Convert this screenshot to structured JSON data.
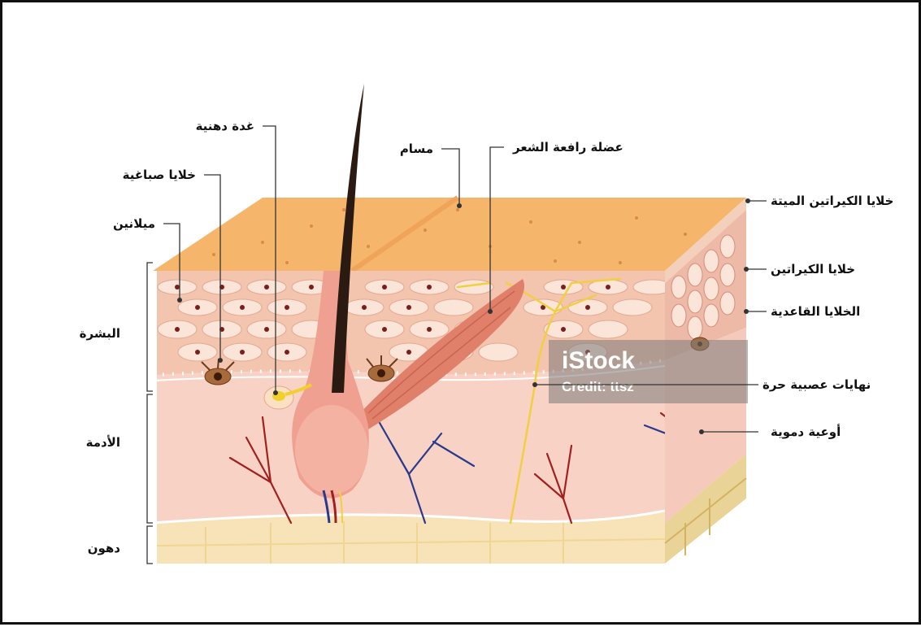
{
  "labels": {
    "sebaceous_gland": "غدة دهنية",
    "melanocytes": "خلايا صباغية",
    "melanin": "ميلانين",
    "epidermis": "البشرة",
    "dermis": "الأدمة",
    "fat": "دهون",
    "pore": "مسام",
    "arrector_pili": "عضلة رافعة الشعر",
    "dead_keratinocytes": "خلايا الكيراتين الميتة",
    "keratinocytes": "خلايا الكيراتين",
    "basal_cells": "الخلايا القاعدية",
    "nerve_endings": "نهايات عصبية حرة",
    "blood_vessels": "أوعية دموية"
  },
  "watermark": {
    "brand": "iStock",
    "credit": "Credit: ttsz"
  },
  "colors": {
    "surface": "#f5b56a",
    "epidermis": "#f3c4ae",
    "dermis": "#f9d2c6",
    "fat": "#f8e3b8",
    "hair": "#2a1a12",
    "follicle": "#f0a090",
    "muscle": "#e0806a",
    "nerve": "#f0d040",
    "artery": "#a02020",
    "vein": "#2a3a8a",
    "label_text": "#111111"
  }
}
